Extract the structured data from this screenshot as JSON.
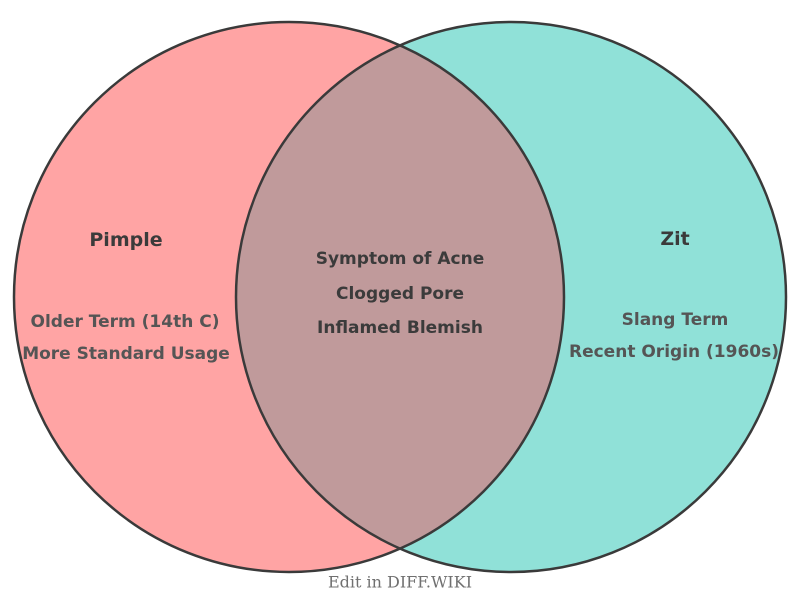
{
  "diagram": {
    "type": "venn2",
    "left": {
      "title": "Pimple",
      "items": [
        "Older Term (14th C)",
        "More Standard Usage"
      ]
    },
    "right": {
      "title": "Zit",
      "items": [
        "Slang Term",
        "Recent Origin (1960s)"
      ]
    },
    "overlap": {
      "items": [
        "Symptom of Acne",
        "Clogged Pore",
        "Inflamed Blemish"
      ]
    },
    "footer": "Edit in DIFF.WIKI",
    "colors": {
      "background": "#ffffff",
      "left_fill": "#ffa4a4",
      "right_fill": "#90e1d8",
      "overlap_fill": "#c09a9b",
      "outline": "#3a3a3a",
      "title_text": "#3b3b3b",
      "item_text": "#555555",
      "overlap_text": "#3b3b3b",
      "footer_text": "#707070"
    }
  }
}
